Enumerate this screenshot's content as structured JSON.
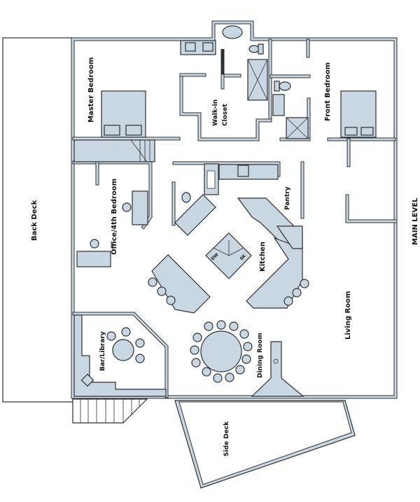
{
  "plan": {
    "level_label": "MAIN LEVEL",
    "colors": {
      "wall": "#2b2f33",
      "fixture_fill": "#c9d7e2",
      "background": "#ffffff"
    },
    "rooms": {
      "master_bedroom": "Master Bedroom",
      "walk_in_closet_line1": "Walk-in",
      "walk_in_closet_line2": "Closet",
      "front_bedroom": "Front Bedroom",
      "back_deck": "Back Deck",
      "office": "Office/4th Bedroom",
      "kitchen": "Kitchen",
      "pantry": "Pantry",
      "living_room": "Living Room",
      "dining_room": "Dining Room",
      "bar_library": "Bar/Library",
      "side_deck": "Side Deck"
    },
    "fixtures": {
      "island_dw": "DW",
      "island_sk": "SK"
    }
  }
}
